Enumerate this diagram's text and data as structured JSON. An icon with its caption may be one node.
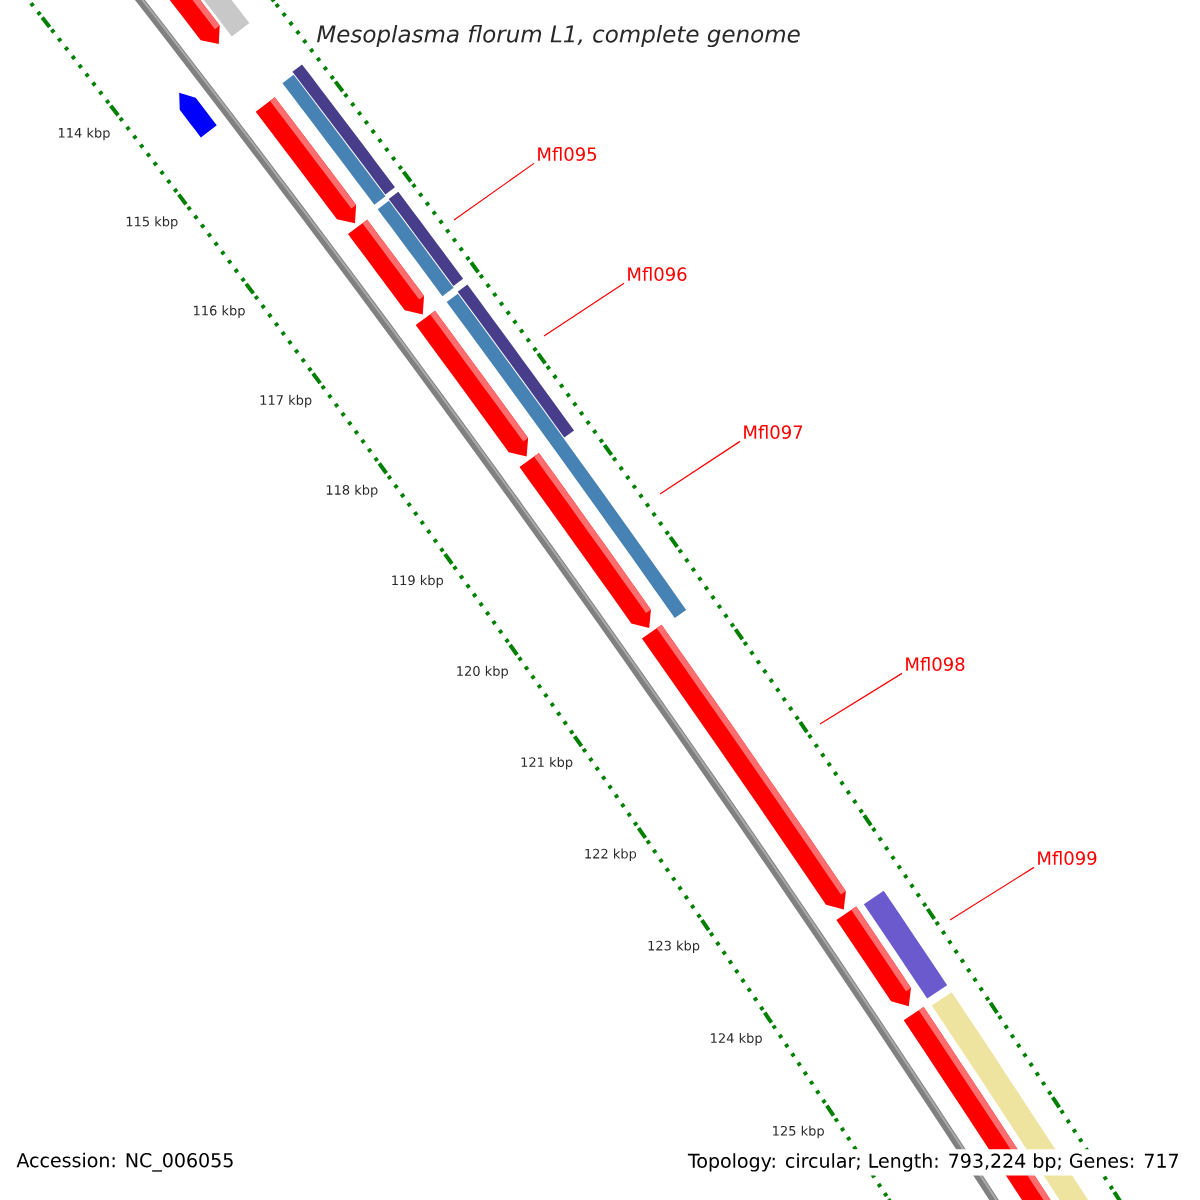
{
  "diagram": {
    "title": "Mesoplasma florum L1, complete genome",
    "nodes": [
      {
        "text": [
          "Mfl095"
        ]
      },
      {
        "text": [
          "Mfl096"
        ]
      },
      {
        "text": [
          "Mfl097"
        ]
      },
      {
        "text": [
          "Mfl098"
        ]
      },
      {
        "text": [
          "Mfl099"
        ]
      }
    ],
    "edges": [
      {
        "from": 0,
        "to": null,
        "arrow": "none"
      },
      {
        "from": 1,
        "to": null,
        "arrow": "none"
      },
      {
        "from": 2,
        "to": null,
        "arrow": "none"
      },
      {
        "from": 3,
        "to": null,
        "arrow": "none"
      },
      {
        "from": 4,
        "to": null,
        "arrow": "none"
      }
    ],
    "labels": [
      "114 kbp",
      "115 kbp",
      "116 kbp",
      "117 kbp",
      "118 kbp",
      "119 kbp",
      "120 kbp",
      "121 kbp",
      "122 kbp",
      "123 kbp",
      "124 kbp",
      "125 kbp",
      "Accession: NC_006055",
      "Topology: circular; Length: 793,224 bp; Genes: 717"
    ]
  }
}
